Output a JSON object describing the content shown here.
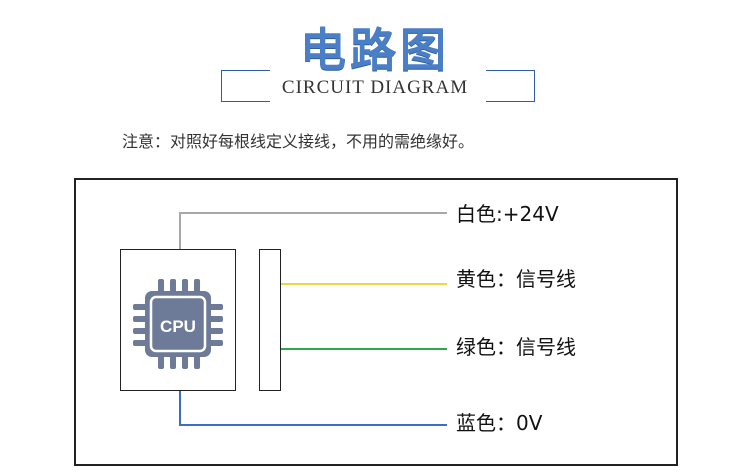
{
  "header": {
    "title": "电路图",
    "subtitle": "CIRCUIT DIAGRAM"
  },
  "note": "注意：对照好每根线定义接线，不用的需绝缘好。",
  "cpu_label": "CPU",
  "wires": [
    {
      "label": "白色:+24V",
      "color": "#a8a8a8"
    },
    {
      "label": "黄色：信号线",
      "color": "#f0d640"
    },
    {
      "label": "绿色：信号线",
      "color": "#2ea84a"
    },
    {
      "label": "蓝色：0V",
      "color": "#3a6fc4"
    }
  ],
  "colors": {
    "title_blue": "#4a7ec6",
    "cpu_gray": "#6d7b98"
  }
}
